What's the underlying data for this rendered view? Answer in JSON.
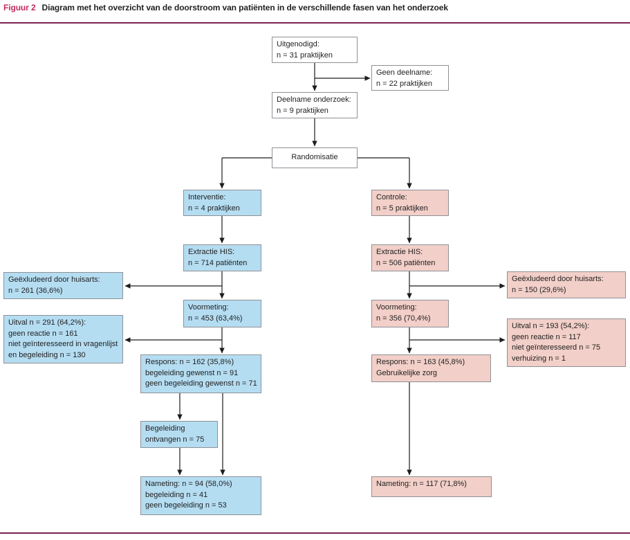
{
  "header": {
    "figure_label": "Figuur 2",
    "title": "Diagram met het overzicht van de doorstroom van patiënten in de verschillende fasen van het onderzoek"
  },
  "colors": {
    "intervention_fill": "#b5ddf2",
    "control_fill": "#f2cfc8",
    "divider": "#7b2150",
    "figure_label": "#c22b5a",
    "connector": "#1c1c1c"
  },
  "flowchart": {
    "invited": {
      "text": "Uitgenodigd:\nn = 31 praktijken"
    },
    "no_participation": {
      "text": "Geen deelname:\nn = 22 praktijken"
    },
    "participation": {
      "text": "Deelname onderzoek:\nn = 9 praktijken"
    },
    "randomisation": {
      "text": "Randomisatie"
    },
    "intervention": {
      "text": "Interventie:\nn = 4 praktijken"
    },
    "control": {
      "text": "Controle:\nn = 5 praktijken"
    },
    "extraction_intervention": {
      "text": "Extractie HIS:\nn = 714 patiënten"
    },
    "extraction_control": {
      "text": "Extractie HIS:\nn = 506 patiënten"
    },
    "excluded_intervention": {
      "text": "Geëxludeerd door huisarts:\nn = 261 (36,6%)"
    },
    "excluded_control": {
      "text": "Geëxludeerd door huisarts:\nn = 150 (29,6%)"
    },
    "premeasurement_intervention": {
      "text": "Voormeting:\nn = 453 (63,4%)"
    },
    "premeasurement_control": {
      "text": "Voormeting:\nn = 356 (70,4%)"
    },
    "dropout_intervention": {
      "text": "Uitval n = 291 (64,2%):\ngeen reactie n = 161\nniet geïnteresseerd in vragenlijst\nen begeleiding n = 130"
    },
    "dropout_control": {
      "text": "Uitval n = 193 (54,2%):\ngeen reactie n = 117\nniet geïnteresseerd n = 75\nverhuizing n = 1"
    },
    "response_intervention": {
      "text": "Respons: n = 162 (35,8%)\nbegeleiding gewenst n = 91\ngeen begeleiding gewenst n = 71"
    },
    "response_control": {
      "text": "Respons: n = 163 (45,8%)\nGebruikelijke zorg"
    },
    "coaching_received": {
      "text": "Begeleiding\nontvangen n = 75"
    },
    "postmeasurement_intervention": {
      "text": "Nameting: n = 94 (58,0%)\nbegeleiding n = 41\ngeen begeleiding n = 53"
    },
    "postmeasurement_control": {
      "text": "Nameting: n = 117 (71,8%)"
    }
  }
}
